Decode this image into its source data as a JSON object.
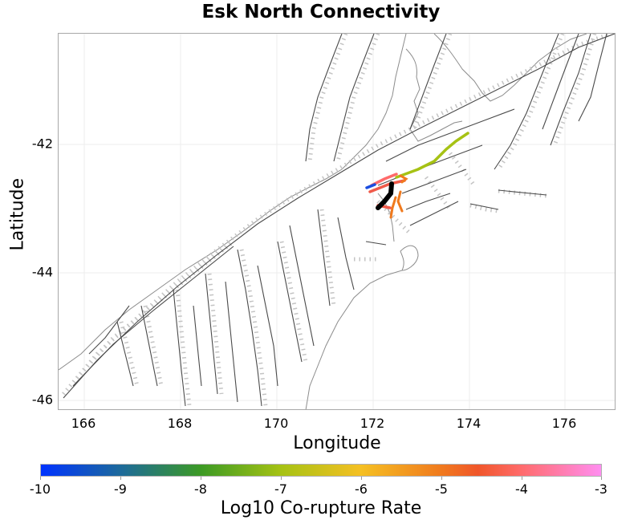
{
  "title": "Esk North Connectivity",
  "axes": {
    "xlabel": "Longitude",
    "ylabel": "Latitude",
    "xticks": [
      "166",
      "168",
      "170",
      "172",
      "174",
      "176"
    ],
    "yticks": [
      "-42",
      "-44",
      "-46"
    ]
  },
  "colorbar": {
    "label": "Log10 Co-rupture Rate",
    "ticks": [
      "-10",
      "-9",
      "-8",
      "-7",
      "-6",
      "-5",
      "-4",
      "-3"
    ],
    "colors": [
      "#0033ff",
      "#1d6a9a",
      "#3c9a24",
      "#a6c214",
      "#f5c023",
      "#f07a1e",
      "#ff6b6b",
      "#ff8ef0"
    ]
  },
  "chart_data": {
    "type": "map",
    "title": "Esk North Connectivity",
    "xlabel": "Longitude",
    "ylabel": "Latitude",
    "xlim": [
      165.45,
      177.35
    ],
    "ylim": [
      -46.15,
      -40.3
    ],
    "xticks": [
      166,
      168,
      170,
      172,
      174,
      176
    ],
    "yticks": [
      -42,
      -44,
      -46
    ],
    "grid": true,
    "background_layers": [
      "South Island coastline (grey outline)",
      "fault traces (dark grey lines)",
      "fault-section rectangles (light grey outlines)"
    ],
    "highlighted_source": {
      "name": "Esk North",
      "color": "#000000",
      "approx_lon_lat": [
        [
          172.55,
          -42.62
        ],
        [
          172.5,
          -42.8
        ],
        [
          172.3,
          -42.95
        ]
      ]
    },
    "co_rupture_segments": [
      {
        "approx_lon_lat": [
          [
            172.9,
            -42.45
          ],
          [
            173.4,
            -42.3
          ],
          [
            173.75,
            -42.0
          ]
        ],
        "log10_rate": -7.2,
        "color": "#a6c214"
      },
      {
        "approx_lon_lat": [
          [
            172.2,
            -42.62
          ],
          [
            172.45,
            -42.5
          ],
          [
            172.65,
            -42.45
          ]
        ],
        "log10_rate": -4.2,
        "color": "#ff6b6b"
      },
      {
        "approx_lon_lat": [
          [
            172.1,
            -42.62
          ],
          [
            172.25,
            -42.58
          ]
        ],
        "log10_rate": -9.8,
        "color": "#1a4de0"
      },
      {
        "approx_lon_lat": [
          [
            172.2,
            -42.7
          ],
          [
            172.6,
            -42.6
          ],
          [
            172.9,
            -42.58
          ]
        ],
        "log10_rate": -4.5,
        "color": "#f05a4a"
      },
      {
        "approx_lon_lat": [
          [
            172.85,
            -42.5
          ],
          [
            172.95,
            -42.6
          ]
        ],
        "log10_rate": -5.0,
        "color": "#f07a1e"
      },
      {
        "approx_lon_lat": [
          [
            172.75,
            -42.85
          ],
          [
            172.7,
            -43.05
          ],
          [
            172.75,
            -43.1
          ]
        ],
        "log10_rate": -5.2,
        "color": "#f07a1e"
      },
      {
        "approx_lon_lat": [
          [
            172.6,
            -43.0
          ],
          [
            172.55,
            -43.25
          ]
        ],
        "log10_rate": -5.1,
        "color": "#f07a1e"
      },
      {
        "approx_lon_lat": [
          [
            172.35,
            -42.95
          ],
          [
            172.55,
            -42.97
          ]
        ],
        "log10_rate": -4.6,
        "color": "#f05a4a"
      }
    ],
    "colorbar": {
      "label": "Log10 Co-rupture Rate",
      "range": [
        -10,
        -3
      ],
      "ticks": [
        -10,
        -9,
        -8,
        -7,
        -6,
        -5,
        -4,
        -3
      ]
    }
  }
}
